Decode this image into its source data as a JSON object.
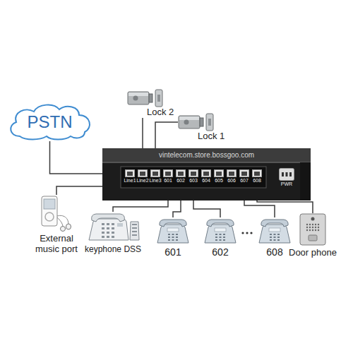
{
  "diagram": {
    "nodes": [
      {
        "text": [
          "PSTN"
        ]
      },
      {
        "text": [
          "Lock 2"
        ]
      },
      {
        "text": [
          "Lock 1"
        ]
      },
      {
        "text": [
          "vintelecom.store.bossgoo.com"
        ]
      },
      {
        "text": [
          "Line1"
        ],
        "in": 3
      },
      {
        "text": [
          "Line2"
        ],
        "in": 3
      },
      {
        "text": [
          "Line3"
        ],
        "in": 3
      },
      {
        "text": [
          "601"
        ],
        "in": 3
      },
      {
        "text": [
          "602"
        ],
        "in": 3
      },
      {
        "text": [
          "603"
        ],
        "in": 3
      },
      {
        "text": [
          "604"
        ],
        "in": 3
      },
      {
        "text": [
          "605"
        ],
        "in": 3
      },
      {
        "text": [
          "606"
        ],
        "in": 3
      },
      {
        "text": [
          "607"
        ],
        "in": 3
      },
      {
        "text": [
          "608"
        ],
        "in": 3
      },
      {
        "text": [
          "PWR"
        ],
        "in": 3
      },
      {
        "text": [
          "External music port"
        ]
      },
      {
        "text": [
          "keyphone DSS"
        ]
      },
      {
        "text": [
          "601"
        ]
      },
      {
        "text": [
          "602"
        ]
      },
      {
        "text": [
          "608"
        ]
      },
      {
        "text": [
          "Door phone"
        ]
      }
    ],
    "edges": [
      {
        "from": 0,
        "to": 4,
        "arrow": "none"
      },
      {
        "from": 1,
        "to": 5,
        "arrow": "none"
      },
      {
        "from": 2,
        "to": 6,
        "arrow": "none"
      },
      {
        "from": 3,
        "to": 16,
        "arrow": "none"
      },
      {
        "from": 7,
        "to": 17,
        "arrow": "none"
      },
      {
        "from": 8,
        "to": 18,
        "arrow": "none"
      },
      {
        "from": 9,
        "to": 19,
        "arrow": "none"
      },
      {
        "from": 13,
        "to": 20,
        "arrow": "none"
      },
      {
        "from": 14,
        "to": 21,
        "arrow": "none"
      }
    ]
  }
}
